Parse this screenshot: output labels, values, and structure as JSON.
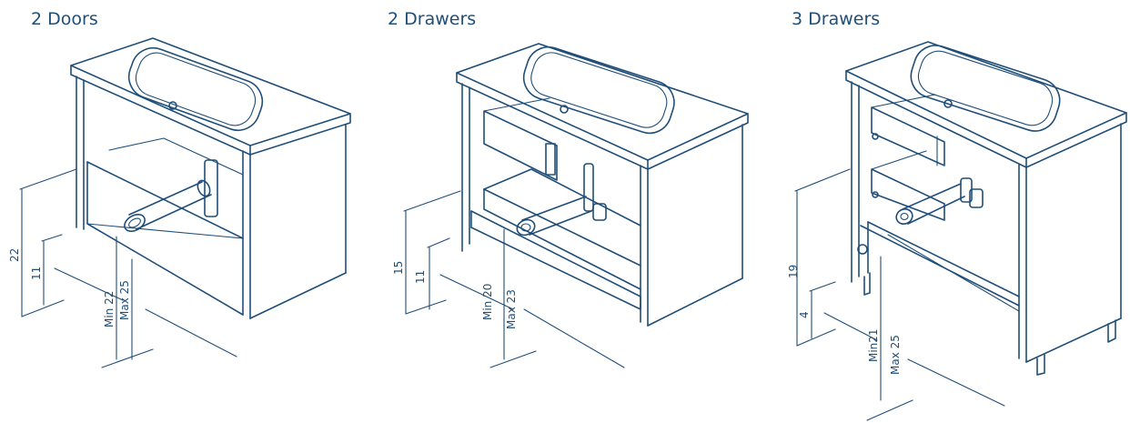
{
  "colors": {
    "line": "#1f4e79",
    "title": "#1f4e79"
  },
  "panels": [
    {
      "title": "2 Doors",
      "dim_height": "22",
      "dim_trap": "11",
      "dim_min": "Min 22",
      "dim_max": "Max 25"
    },
    {
      "title": "2 Drawers",
      "dim_height": "15",
      "dim_trap": "11",
      "dim_min": "Min 20",
      "dim_max": "Max 23"
    },
    {
      "title": "3 Drawers",
      "dim_height": "19",
      "dim_trap": "4",
      "dim_min": "Min21",
      "dim_max": "Max 25"
    }
  ]
}
